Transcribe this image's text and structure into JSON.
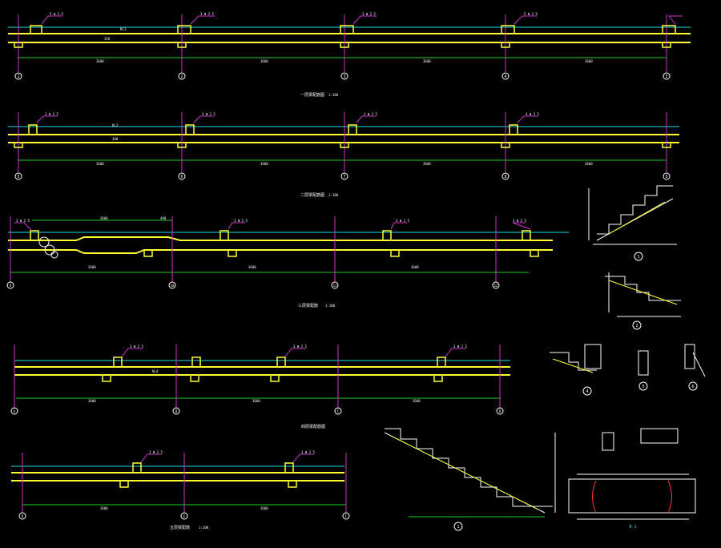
{
  "colors": {
    "background": "#000000",
    "slab": "#ffff33",
    "cyan": "#22dddd",
    "grid_line": "#cc33cc",
    "dimension": "#22cc22",
    "text": "#ffffff",
    "red": "#ff3333"
  },
  "sections": [
    {
      "axis_labels": [
        "1",
        "2",
        "3",
        "4",
        "5"
      ],
      "title": "一层梁配筋图",
      "scale": "1:100"
    },
    {
      "axis_labels": [
        "5",
        "6",
        "7",
        "8",
        "9"
      ],
      "title": "二层梁配筋图",
      "scale": "1:100"
    },
    {
      "axis_labels": [
        "9",
        "10",
        "11",
        "12"
      ],
      "title": "三层梁配筋",
      "scale": "1:100"
    },
    {
      "axis_labels": [
        "A",
        "B",
        "C",
        "D"
      ],
      "title": "四层梁配筋图",
      "scale": ""
    },
    {
      "axis_labels": [
        "D",
        "E",
        "F"
      ],
      "title": "五层梁配筋",
      "scale": "1:100"
    }
  ],
  "details": {
    "d1": "1",
    "d2": "2",
    "d3": "3",
    "d4": "4",
    "d5": "5",
    "d6": "6",
    "section_label": "B-1"
  }
}
